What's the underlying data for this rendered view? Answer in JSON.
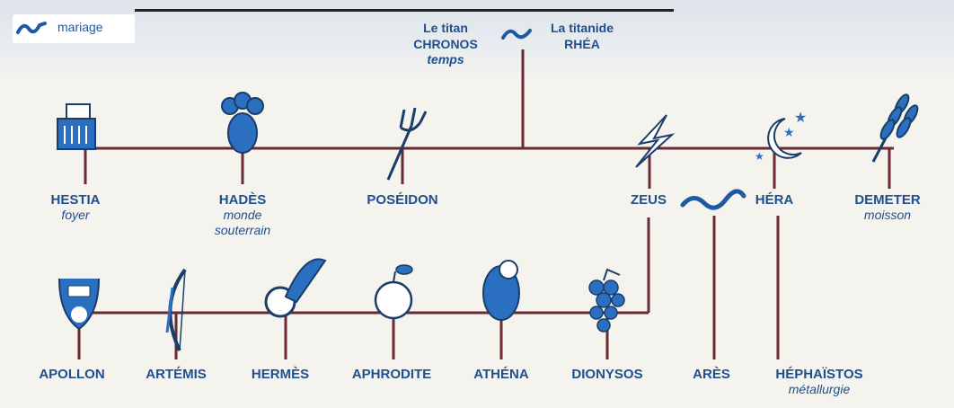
{
  "legend": {
    "marriage_label": "mariage"
  },
  "parents": {
    "chronos": {
      "title": "Le titan",
      "name": "CHRONOS",
      "domain": "temps"
    },
    "rhea": {
      "title": "La titanide",
      "name": "RHÉA"
    }
  },
  "generation1": {
    "hestia": {
      "name": "HESTIA",
      "domain": "foyer"
    },
    "hades": {
      "name": "HADÈS",
      "domain_line1": "monde",
      "domain_line2": "souterrain"
    },
    "poseidon": {
      "name": "POSÉIDON"
    },
    "zeus": {
      "name": "ZEUS"
    },
    "hera": {
      "name": "HÉRA"
    },
    "demeter": {
      "name": "DEMETER",
      "domain": "moisson"
    }
  },
  "generation2": {
    "apollon": {
      "name": "APOLLON"
    },
    "artemis": {
      "name": "ARTÉMIS"
    },
    "hermes": {
      "name": "HERMÈS"
    },
    "aphrodite": {
      "name": "APHRODITE"
    },
    "athena": {
      "name": "ATHÉNA"
    },
    "dionysos": {
      "name": "DIONYSOS"
    },
    "ares": {
      "name": "ARÈS"
    },
    "hephaistos": {
      "name": "HÉPHAÏSTOS",
      "domain": "métallurgie"
    }
  },
  "colors": {
    "line": "#6a2a32",
    "text": "#1f4f8e",
    "icon": "#2a6fc0",
    "marriage": "#1e5aa0"
  }
}
